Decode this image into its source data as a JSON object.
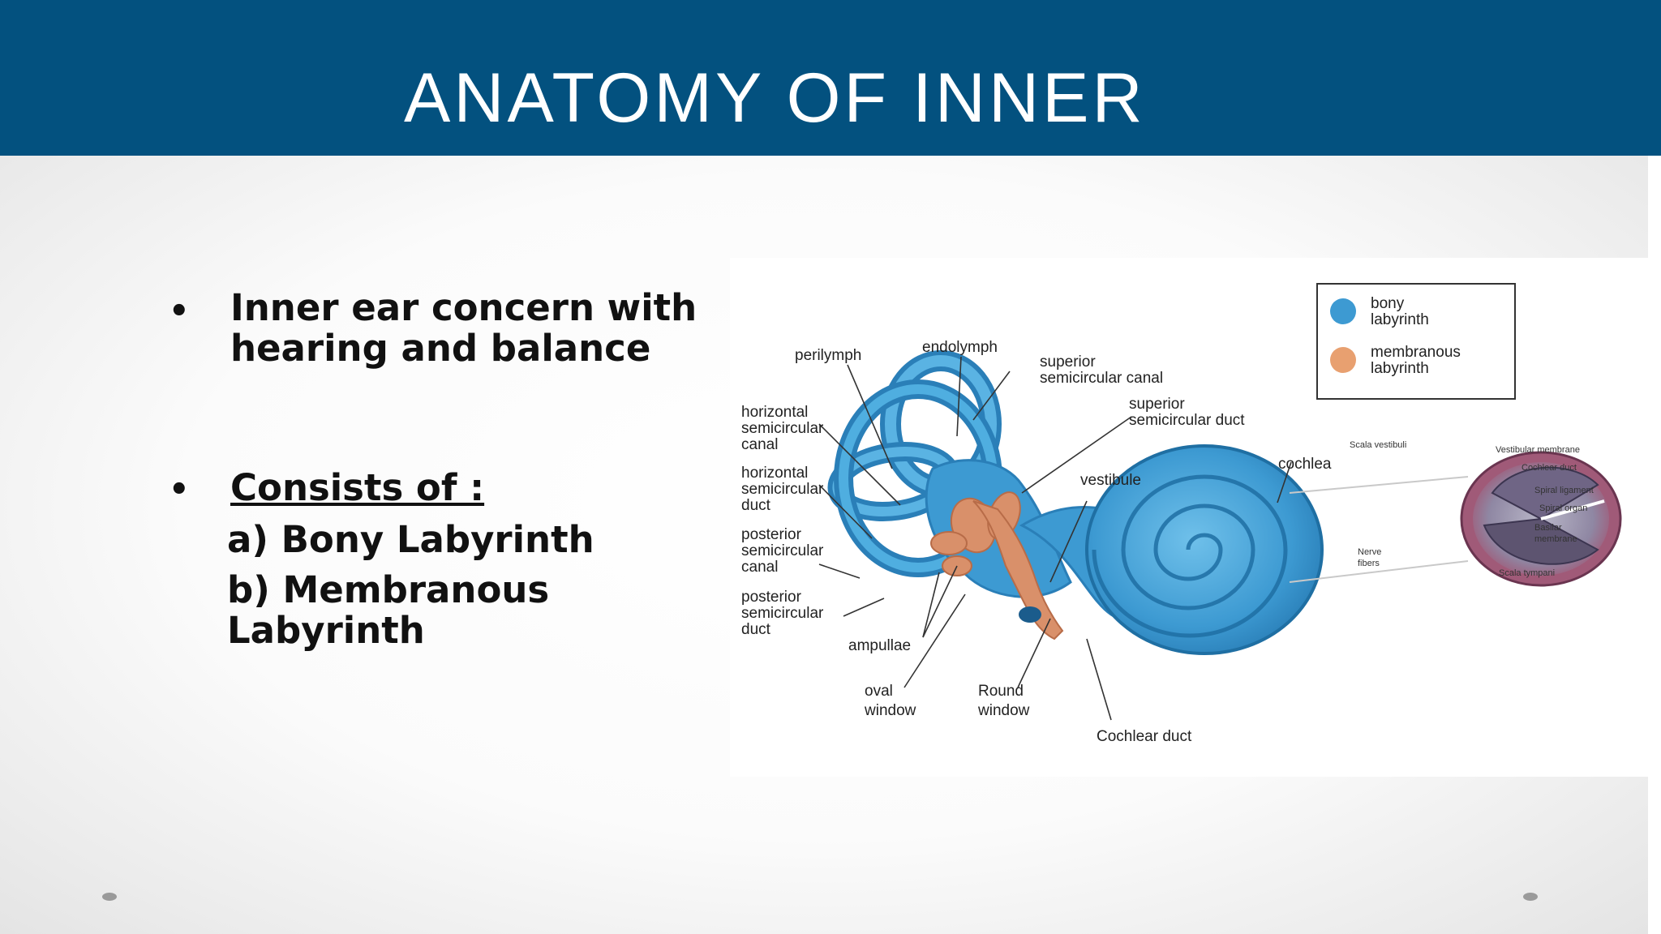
{
  "slide": {
    "title": "ANATOMY OF INNER",
    "bullets": {
      "b1": "Inner ear  concern with hearing and balance",
      "b2": "Consists of :",
      "sub_a": "a) Bony Labyrinth",
      "sub_b": "b) Membranous Labyrinth"
    }
  },
  "figure": {
    "legend": {
      "bony_line1": "bony",
      "bony_line2": "labyrinth",
      "membranous_line1": "membranous",
      "membranous_line2": "labyrinth"
    },
    "labels": {
      "perilymph": "perilymph",
      "endolymph": "endolymph",
      "superior_canal_1": "superior",
      "superior_canal_2": "semicircular canal",
      "superior_duct_1": "superior",
      "superior_duct_2": "semicircular duct",
      "horizontal_canal_1": "horizontal",
      "horizontal_canal_2": "semicircular",
      "horizontal_canal_3": "canal",
      "horizontal_duct_1": "horizontal",
      "horizontal_duct_2": "semicircular",
      "horizontal_duct_3": "duct",
      "posterior_canal_1": "posterior",
      "posterior_canal_2": "semicircular",
      "posterior_canal_3": "canal",
      "posterior_duct_1": "posterior",
      "posterior_duct_2": "semicircular",
      "posterior_duct_3": "duct",
      "vestibule": "vestibule",
      "cochlea": "cochlea",
      "ampullae": "ampullae",
      "oval_window_1": "oval",
      "oval_window_2": "window",
      "round_window_1": "Round",
      "round_window_2": "window",
      "cochlear_duct": "Cochlear duct"
    },
    "cross_section_labels": {
      "scala_vestibuli": "Scala vestibuli",
      "vestibular_membrane": "Vestibular membrane",
      "cochlear_duct": "Cochlear duct",
      "spiral_ligament": "Spiral ligament",
      "spiral_organ": "Spiral organ",
      "basilar_1": "Basilar",
      "basilar_2": "membrane",
      "nerve_1": "Nerve",
      "nerve_2": "fibers",
      "scala_tympani": "Scala tympani"
    },
    "colors": {
      "bony": "#3d9ad2",
      "membranous": "#e8a070",
      "header": "#03517f"
    }
  }
}
